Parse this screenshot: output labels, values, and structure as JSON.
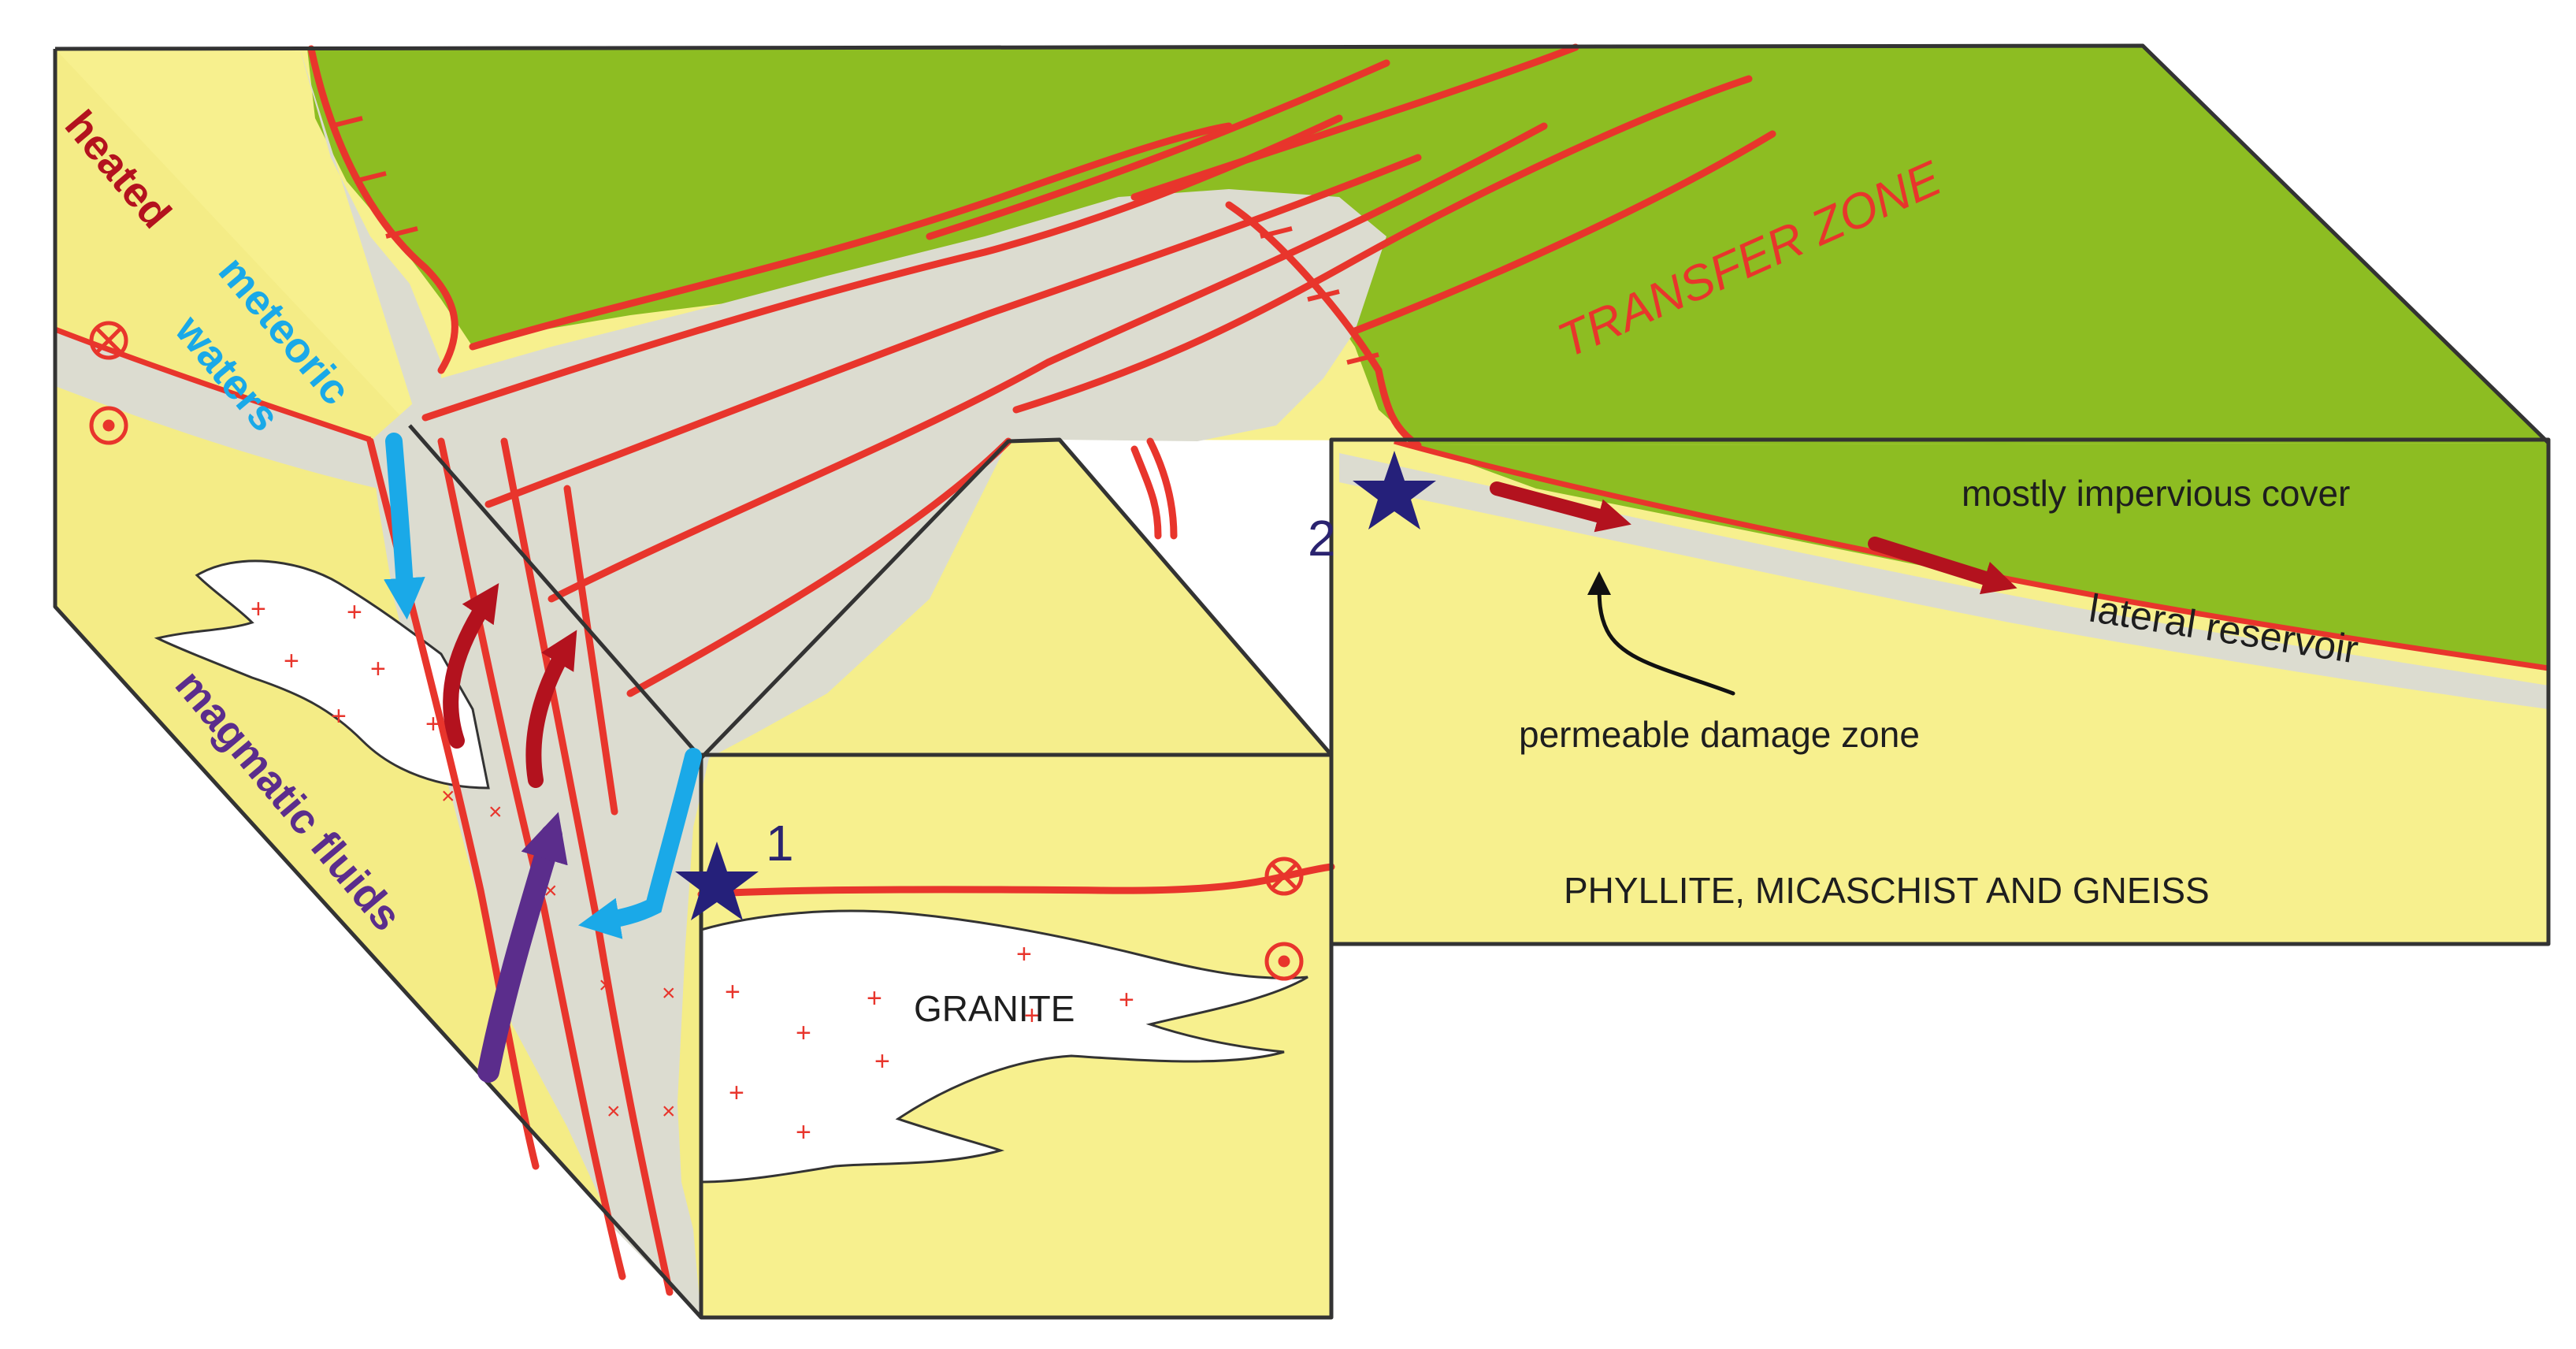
{
  "labels": {
    "transfer_zone": "TRANSFER ZONE",
    "heated": "heated",
    "meteoric": "meteoric",
    "waters": "waters",
    "magmatic_fluids": "magmatic fluids",
    "granite": "GRANITE",
    "cover": "mostly impervious cover",
    "reservoir": "lateral reservoir",
    "damage_zone": "permeable damage zone",
    "basement": "PHYLLITE, MICASCHIST AND GNEISS",
    "site1": "1",
    "site2": "2"
  },
  "colors": {
    "cover_green": "#8dbd22",
    "basement_yellow": "#f7f08e",
    "fault_red": "#e8352c",
    "damage_gray": "#dcdcd0",
    "granite_white": "#ffffff",
    "meteoric_blue": "#1aa9e8",
    "heated_red": "#b3121e",
    "magmatic_purple": "#5b2d8c",
    "star_navy": "#25207a",
    "outline": "#333333"
  }
}
